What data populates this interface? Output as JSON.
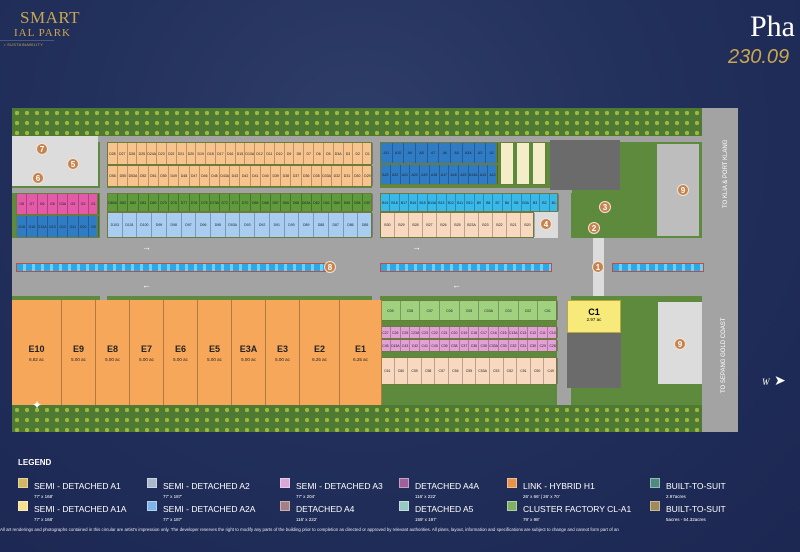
{
  "header": {
    "logo_line1": "SMART",
    "logo_line2": "IAL PARK",
    "logo_tagline": "•  SUSTAINABILITY",
    "title": "Pha",
    "acreage": "230.09"
  },
  "map": {
    "e_lots": [
      {
        "id": "E10",
        "acres": "6.82 ac"
      },
      {
        "id": "E9",
        "acres": "5.00 ac"
      },
      {
        "id": "E8",
        "acres": "5.00 ac"
      },
      {
        "id": "E7",
        "acres": "5.00 ac"
      },
      {
        "id": "E6",
        "acres": "5.00 ac"
      },
      {
        "id": "E5",
        "acres": "5.00 ac"
      },
      {
        "id": "E3A",
        "acres": "5.00 ac"
      },
      {
        "id": "E3",
        "acres": "5.00 ac"
      },
      {
        "id": "E2",
        "acres": "6.25 ac"
      },
      {
        "id": "E1",
        "acres": "6.25 ac"
      }
    ],
    "c1": {
      "id": "C1",
      "acres": "2.97 ac"
    },
    "lot_rows": {
      "d_top": {
        "color": "#f8c48e",
        "labels": [
          "D28",
          "D27",
          "D26",
          "D25",
          "D24A",
          "D23",
          "D22",
          "D21",
          "D20",
          "D19",
          "D18",
          "D17",
          "D16",
          "D15",
          "D13A",
          "D12",
          "D11",
          "D10",
          "D9",
          "D8",
          "D7",
          "D6",
          "D5",
          "D3A",
          "D3",
          "D2",
          "D1"
        ]
      },
      "d_bottom": {
        "color": "#f8c48e",
        "labels": [
          "D56",
          "D55",
          "D53A",
          "D52",
          "D51",
          "D50",
          "D49",
          "D48",
          "D47",
          "D46",
          "D45",
          "D43A",
          "D43",
          "D42",
          "D41",
          "D40",
          "D39",
          "D38",
          "D37",
          "D36",
          "D35",
          "D33A",
          "D32",
          "D31",
          "D30",
          "D29"
        ]
      },
      "d_green": {
        "color": "#5f9a3c",
        "labels": [
          "D83A",
          "D83",
          "D82",
          "D81",
          "D80",
          "D79",
          "D78",
          "D77",
          "D76",
          "D75",
          "D73A",
          "D72",
          "D71",
          "D70",
          "D69",
          "D68",
          "D67",
          "D66",
          "D65",
          "D63A",
          "D62",
          "D61",
          "D60",
          "D59",
          "D58",
          "D57"
        ]
      },
      "d_blue": {
        "color": "#a9cdf0",
        "labels": [
          "D103",
          "D101",
          "D100",
          "D99",
          "D98",
          "D97",
          "D96",
          "D95",
          "D93A",
          "D93",
          "D92",
          "D91",
          "D90",
          "D89",
          "D88",
          "D87",
          "D86",
          "D85"
        ]
      },
      "g_pink": {
        "color": "#e35aa8",
        "labels": [
          "G8",
          "G7",
          "G6",
          "G5",
          "G3A",
          "G3",
          "G2",
          "G1"
        ]
      },
      "g_blue": {
        "color": "#2f7cc4",
        "labels": [
          "G16",
          "G15",
          "G13A",
          "G13",
          "G12",
          "G11",
          "G10",
          "G9"
        ]
      },
      "a_top": {
        "color": "#2f7cc4",
        "labels": [
          "A11",
          "A10",
          "A9",
          "A8",
          "A7",
          "A6",
          "A5",
          "A3A",
          "A3",
          "A2"
        ]
      },
      "a_bottom": {
        "color": "#2f7cc4",
        "labels": [
          "A23",
          "A22",
          "A21",
          "A20",
          "A19",
          "A18",
          "A17",
          "A16",
          "A15",
          "A13A",
          "A13",
          "A12"
        ]
      },
      "b_cyan": {
        "color": "#39b8ea",
        "labels": [
          "B19",
          "B18",
          "B17",
          "B16",
          "B15",
          "B13A",
          "B13",
          "B12",
          "B11",
          "B10",
          "B9",
          "B8",
          "B7",
          "B6",
          "B5",
          "B3A",
          "B3",
          "B2",
          "B1"
        ]
      },
      "b_peach": {
        "color": "#f8d9c0",
        "labels": [
          "B30",
          "B29",
          "B28",
          "B27",
          "B26",
          "B25",
          "B23A",
          "B23",
          "B22",
          "B21",
          "B20"
        ]
      },
      "c_green": {
        "color": "#9fd17f",
        "labels": [
          "C09",
          "C08",
          "C07",
          "C06",
          "C05",
          "C03A",
          "C03",
          "C02",
          "C01"
        ]
      },
      "c_pink_top": {
        "color": "#e3a0d6",
        "labels": [
          "C27",
          "C26",
          "C25",
          "C23A",
          "C23",
          "C22",
          "C21",
          "C20",
          "C19",
          "C18",
          "C17",
          "C16",
          "C15",
          "C13A",
          "C13",
          "C12",
          "C11",
          "C10"
        ]
      },
      "c_pink_bottom": {
        "color": "#e3a0d6",
        "labels": [
          "C45",
          "C43A",
          "C43",
          "C42",
          "C41",
          "C40",
          "C39",
          "C38",
          "C37",
          "C36",
          "C35",
          "C33A",
          "C33",
          "C32",
          "C31",
          "C30",
          "C29",
          "C28"
        ]
      },
      "c_peach": {
        "color": "#f8d9c0",
        "labels": [
          "C61",
          "C60",
          "C59",
          "C58",
          "C57",
          "C56",
          "C55",
          "C53A",
          "C53",
          "C52",
          "C51",
          "C50",
          "C49"
        ]
      }
    },
    "markers": [
      "7",
      "5",
      "6",
      "8",
      "4",
      "3",
      "2",
      "1",
      "9",
      "9"
    ],
    "road_labels": {
      "north": "TO KLIA & PORT KLANG",
      "south": "TO SEPANG GOLD COAST"
    },
    "compass_label": "W"
  },
  "legend": {
    "title": "LEGEND",
    "items": [
      {
        "label": "SEMI - DETACHED A1",
        "size": "77' x 168'",
        "color": "#d4b560"
      },
      {
        "label": "SEMI - DETACHED A1A",
        "size": "77' x 168'",
        "color": "#f8e08e"
      },
      {
        "label": "SEMI - DETACHED A2",
        "size": "77' x 187'",
        "color": "#a9b8cc"
      },
      {
        "label": "SEMI - DETACHED A2A",
        "size": "77' x 187'",
        "color": "#7fb4e8"
      },
      {
        "label": "SEMI - DETACHED A3",
        "size": "77' x 204'",
        "color": "#d8a8d8"
      },
      {
        "label": "DETACHED A4",
        "size": "116' x 222'",
        "color": "#a47f86"
      },
      {
        "label": "DETACHED A4A",
        "size": "116' x 222'",
        "color": "#a0609a"
      },
      {
        "label": "DETACHED A5",
        "size": "159' x 197'",
        "color": "#98c8c4"
      },
      {
        "label": "LINK - HYBRID H1",
        "size": "26' x 66' | 26' x 70'",
        "color": "#e8914a"
      },
      {
        "label": "CLUSTER FACTORY CL-A1",
        "size": "79' x 98'",
        "color": "#7fb064"
      },
      {
        "label": "BUILT-TO-SUIT",
        "size": "2.97acres",
        "color": "#4f8a80"
      },
      {
        "label": "BUILT-TO-SUIT",
        "size": "5acres - 54.32acres",
        "color": "#a08a5a"
      }
    ]
  },
  "disclaimer": "All art renderings and photographs contained in this circular are artist's impression only. The developer reserves the right to modify any parts of the building prior to completion as directed or approved by relevant authorities. All plans, layout, information and specifications are subject to change and cannot form part of an"
}
